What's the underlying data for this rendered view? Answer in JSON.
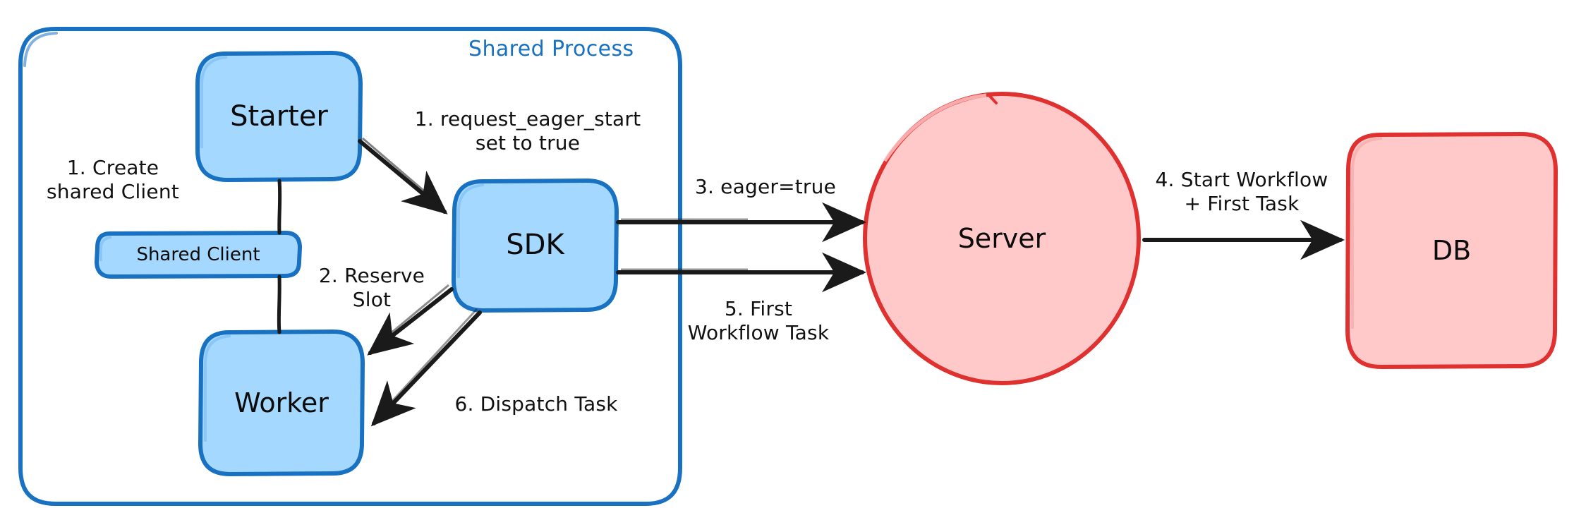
{
  "diagram": {
    "title_visible": false,
    "palette": {
      "blue_fill": "#A5D8FF",
      "blue_stroke": "#1971C2",
      "red_fill": "#FFC9C9",
      "red_stroke": "#E03131",
      "arrow_black": "#1A1A1A",
      "canvas": "#FFFFFF"
    },
    "groups": [
      {
        "id": "shared-process",
        "label": "Shared Process",
        "label_color": "#1971C2",
        "stroke": "#1971C2",
        "fill": "#FFFFFF"
      }
    ],
    "nodes": [
      {
        "id": "starter",
        "label": "Starter",
        "shape": "rounded-rect",
        "fill": "#A5D8FF",
        "stroke": "#1971C2"
      },
      {
        "id": "shared-client",
        "label": "Shared Client",
        "shape": "rounded-rect",
        "fill": "#A5D8FF",
        "stroke": "#1971C2"
      },
      {
        "id": "worker",
        "label": "Worker",
        "shape": "rounded-rect",
        "fill": "#A5D8FF",
        "stroke": "#1971C2"
      },
      {
        "id": "sdk",
        "label": "SDK",
        "shape": "rounded-rect",
        "fill": "#A5D8FF",
        "stroke": "#1971C2"
      },
      {
        "id": "server",
        "label": "Server",
        "shape": "ellipse",
        "fill": "#FFC9C9",
        "stroke": "#E03131"
      },
      {
        "id": "db",
        "label": "DB",
        "shape": "rounded-rect",
        "fill": "#FFC9C9",
        "stroke": "#E03131"
      }
    ],
    "edges": [
      {
        "id": "e1",
        "from": "starter",
        "to": "sdk",
        "label": "1. request_eager_start\nset to true",
        "arrow": true
      },
      {
        "id": "e0",
        "from": "starter",
        "to": "shared-client",
        "label": "1. Create\nshared Client",
        "arrow": false
      },
      {
        "id": "e2",
        "from": "sdk",
        "to": "worker",
        "label": "2. Reserve\nSlot",
        "arrow": true
      },
      {
        "id": "e3",
        "from": "sdk",
        "to": "server",
        "label": "3. eager=true",
        "arrow": true
      },
      {
        "id": "e4",
        "from": "server",
        "to": "db",
        "label": "4. Start Workflow\n+ First Task",
        "arrow": true
      },
      {
        "id": "e5",
        "from": "server",
        "to": "sdk",
        "label": "5. First\nWorkflow Task",
        "arrow": true
      },
      {
        "id": "e6",
        "from": "sdk",
        "to": "worker",
        "label": "6. Dispatch Task",
        "arrow": true
      },
      {
        "id": "e7",
        "from": "shared-client",
        "to": "worker",
        "label": "",
        "arrow": false
      }
    ]
  }
}
